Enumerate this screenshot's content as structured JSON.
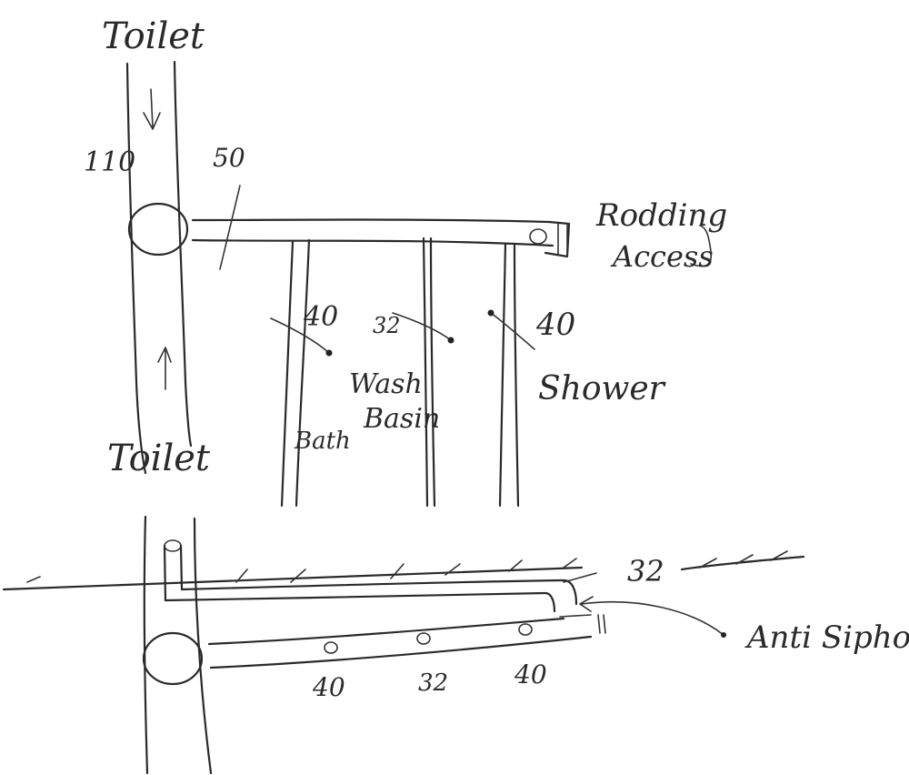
{
  "top_view": {
    "toilet_top": "Toilet",
    "toilet_bottom": "Toilet",
    "stack_size": "110",
    "main_branch_size": "50",
    "rodding_access_line1": "Rodding",
    "rodding_access_line2": "Access",
    "bath_size": "40",
    "wash_basin_size": "32",
    "shower_size": "40",
    "wash_basin_line1": "Wash",
    "wash_basin_line2": "Basin",
    "bath_label": "Bath",
    "shower_label": "Shower"
  },
  "bottom_view": {
    "vent_size": "32",
    "anti_siphon": "Anti Siphon",
    "size_1": "40",
    "size_2": "32",
    "size_3": "40"
  },
  "colors": {
    "ink": "#2a2a2a",
    "paper": "#ffffff"
  }
}
